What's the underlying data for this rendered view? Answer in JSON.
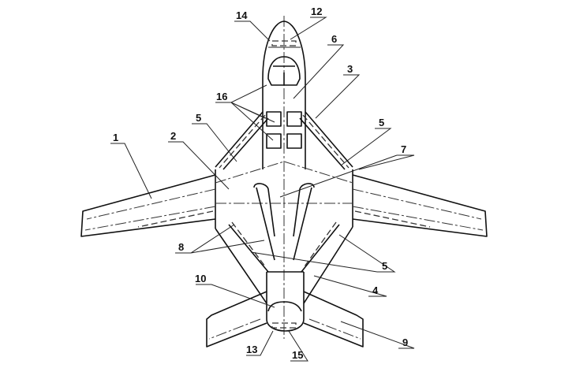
{
  "figure": {
    "description_labels": {
      "l1": "1",
      "l2": "2",
      "l3": "3",
      "l4": "4",
      "l5a": "5",
      "l5b": "5",
      "l5c": "5",
      "l6": "6",
      "l7": "7",
      "l8": "8",
      "l9": "9",
      "l10": "10",
      "l12": "12",
      "l13": "13",
      "l14": "14",
      "l15": "15",
      "l16": "16"
    }
  }
}
